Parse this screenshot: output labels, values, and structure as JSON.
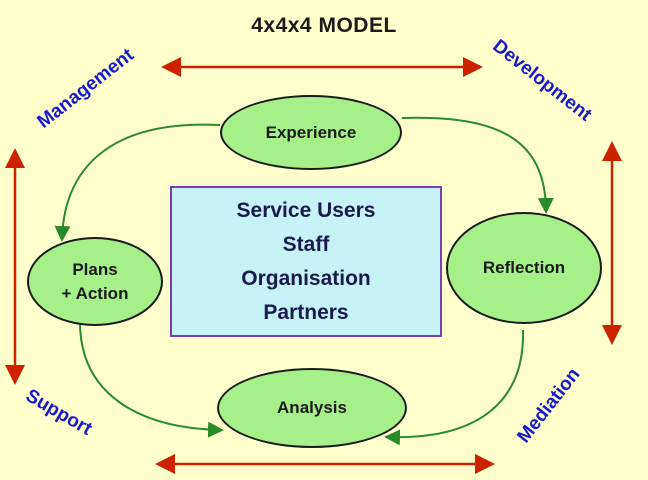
{
  "title": "4x4x4 MODEL",
  "corners": {
    "top_left": "Management",
    "top_right": "Development",
    "bottom_left": "Support",
    "bottom_right": "Mediation"
  },
  "nodes": {
    "top": "Experience",
    "right": "Reflection",
    "bottom": "Analysis",
    "left_line1": "Plans",
    "left_line2": "+ Action"
  },
  "center": [
    "Service Users",
    "Staff",
    "Organisation",
    "Partners"
  ],
  "colors": {
    "background": "#ffffcc",
    "node_fill": "#a6f08a",
    "center_fill": "#c6f2f8",
    "cycle_arrow": "#2a8a2a",
    "axis_arrow": "#cc2200",
    "corner_text": "#1a1acc"
  }
}
